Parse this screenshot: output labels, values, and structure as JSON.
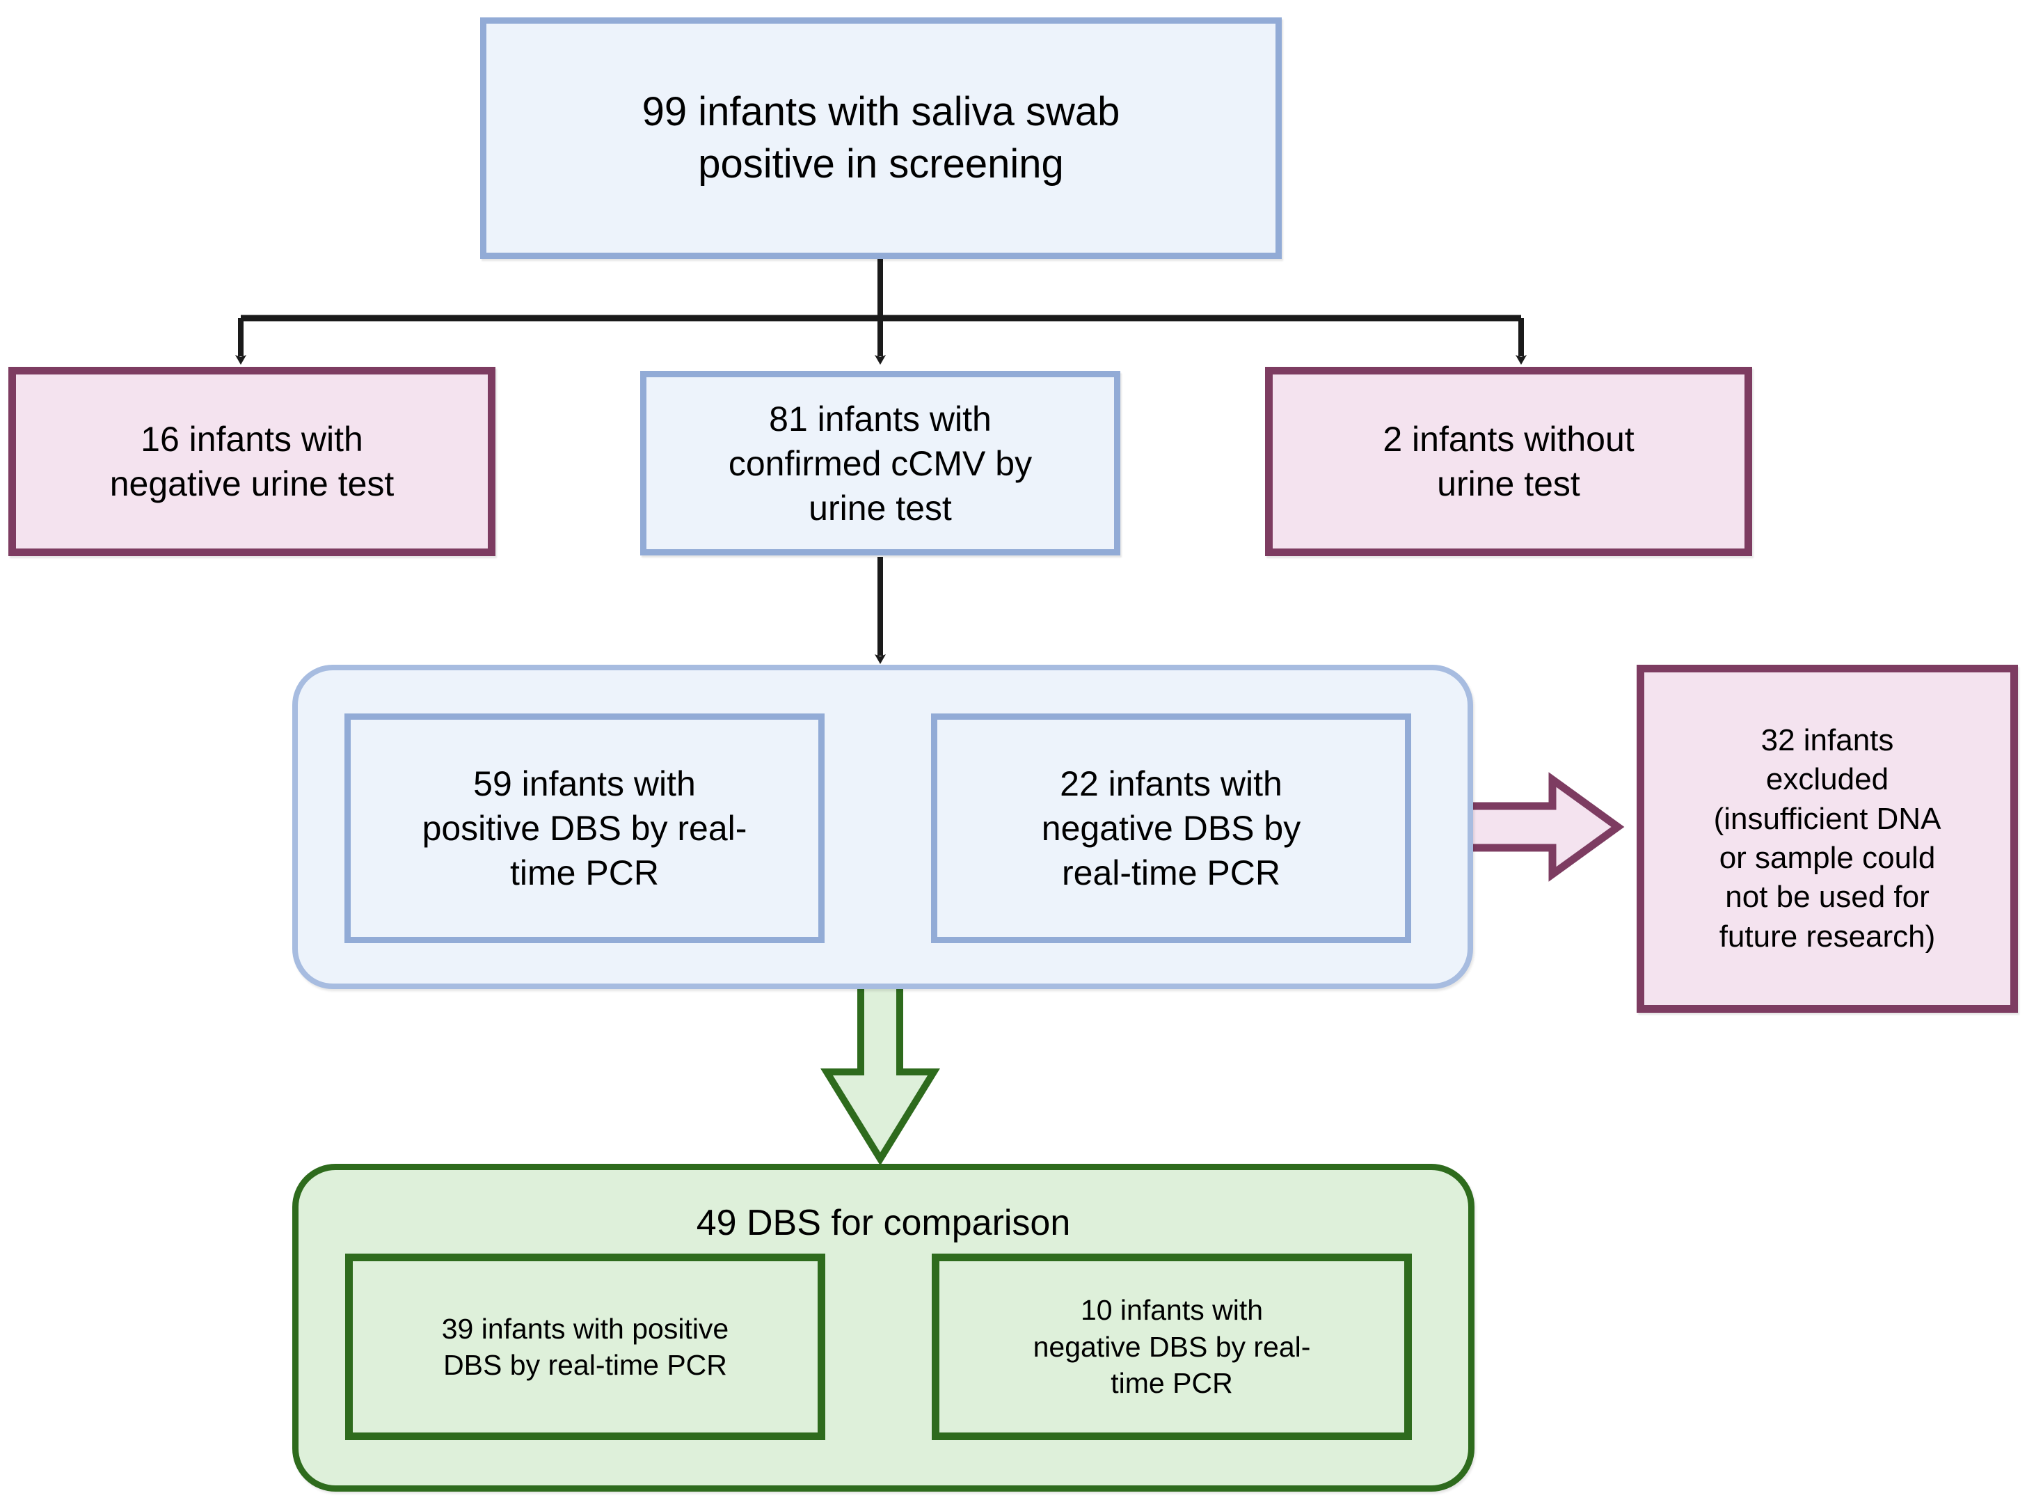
{
  "diagram": {
    "title": "Congenital CMV screening and DBS comparison flowchart",
    "colors": {
      "blue_fill": "#EDF3FB",
      "blue_border": "#92ABD6",
      "blue_container_border": "#A7BCE0",
      "pink_fill": "#F4E3EF",
      "pink_border": "#7D3C61",
      "green_fill": "#DEF0DA",
      "green_border": "#2E6B1D",
      "connector": "#1A1A1A"
    }
  },
  "nodes": {
    "screening": {
      "label": "99 infants with saliva swab\npositive in screening",
      "count": 99,
      "kind": "blue-box"
    },
    "negative_urine": {
      "label": "16 infants with\nnegative urine test",
      "count": 16,
      "kind": "pink-box"
    },
    "confirmed_ccmv": {
      "label": "81 infants with\nconfirmed cCMV by\nurine test",
      "count": 81,
      "kind": "blue-box"
    },
    "no_urine_test": {
      "label": "2 infants without\nurine test",
      "count": 2,
      "kind": "pink-box"
    },
    "dbs_positive": {
      "label": "59 infants with\npositive DBS by real-\ntime PCR",
      "count": 59,
      "kind": "blue-sub"
    },
    "dbs_negative": {
      "label": "22 infants with\nnegative DBS by\nreal-time PCR",
      "count": 22,
      "kind": "blue-sub"
    },
    "excluded": {
      "label": "32 infants\nexcluded\n(insufficient DNA\nor sample could\nnot be used for\nfuture research)",
      "count": 32,
      "kind": "pink-box"
    },
    "comparison_title": {
      "label": "49 DBS for comparison",
      "count": 49,
      "kind": "green-container-title"
    },
    "final_positive": {
      "label": "39 infants with positive\nDBS by real-time PCR",
      "count": 39,
      "kind": "green-sub"
    },
    "final_negative": {
      "label": "10 infants with\nnegative DBS by real-\ntime PCR",
      "count": 10,
      "kind": "green-sub"
    }
  },
  "connectors": [
    {
      "name": "screening-to-branch",
      "from": "screening",
      "to": "branch-bus",
      "style": "black-line"
    },
    {
      "name": "branch-to-negative-urine",
      "from": "branch-bus",
      "to": "negative_urine",
      "style": "black-arrow"
    },
    {
      "name": "branch-to-confirmed",
      "from": "branch-bus",
      "to": "confirmed_ccmv",
      "style": "black-arrow"
    },
    {
      "name": "branch-to-no-urine",
      "from": "branch-bus",
      "to": "no_urine_test",
      "style": "black-arrow"
    },
    {
      "name": "confirmed-to-dbs-group",
      "from": "confirmed_ccmv",
      "to": "dbs-group",
      "style": "black-arrow"
    },
    {
      "name": "dbs-group-to-excluded",
      "from": "dbs-group",
      "to": "excluded",
      "style": "pink-block-arrow"
    },
    {
      "name": "dbs-group-to-comparison",
      "from": "dbs-group",
      "to": "comparison",
      "style": "green-block-arrow"
    }
  ]
}
